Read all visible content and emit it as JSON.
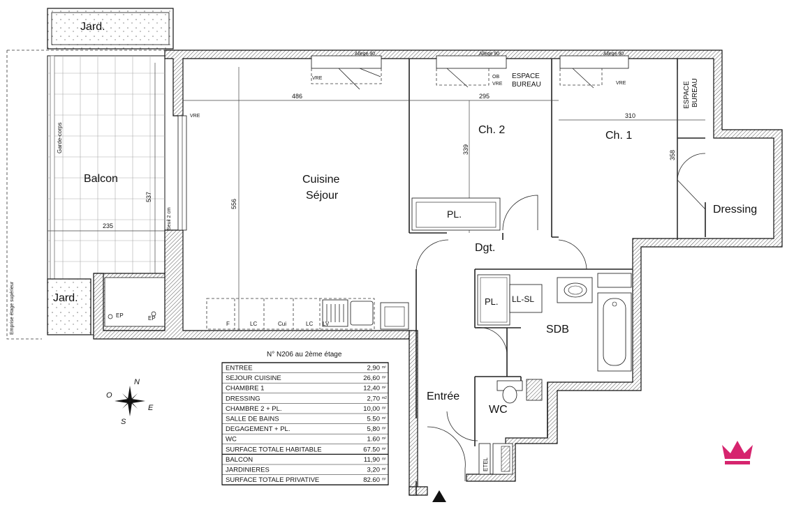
{
  "rooms": {
    "jard_top": "Jard.",
    "jard_bottom": "Jard.",
    "balcon": "Balcon",
    "cuisine": "Cuisine",
    "sejour": "Séjour",
    "ch2": "Ch. 2",
    "ch1": "Ch. 1",
    "dressing": "Dressing",
    "dgt": "Dgt.",
    "sdb": "SDB",
    "entree": "Entrée",
    "wc": "WC",
    "pl_ch2": "PL.",
    "pl_sdb": "PL.",
    "llsl": "LL-SL",
    "espace_bureau_top_1": "ESPACE",
    "espace_bureau_top_2": "BUREAU",
    "espace_bureau_side_1": "ESPACE",
    "espace_bureau_side_2": "BUREAU",
    "etel": "ETEL"
  },
  "annotations": {
    "allege_1": "Allege 90",
    "allege_2": "Allege 90",
    "allege_3": "Allege 90",
    "vre_1": "VRE",
    "vre_2": "VRE",
    "vre_3": "VRE",
    "vre_balcon": "VRE",
    "ob_1": "OB",
    "ob_vre": "VRE",
    "garde_corps": "Garde-corps",
    "seuil": "Seuil 2 cm",
    "emprise": "Emprise étage supérieur",
    "ep_1": "EP",
    "ep_2": "EP",
    "kitchen_f": "F",
    "kitchen_lc1": "LC",
    "kitchen_cui": "Cui",
    "kitchen_lc2": "LC",
    "kitchen_lv": "LV"
  },
  "dimensions": {
    "d486": "486",
    "d295": "295",
    "d310": "310",
    "d339": "339",
    "d358": "358",
    "d556": "556",
    "d537": "537",
    "d235": "235"
  },
  "compass": {
    "n": "N",
    "s": "S",
    "e": "E",
    "o": "O"
  },
  "table": {
    "title": "N° N206 au 2ème étage",
    "rows": [
      {
        "label": "ENTREE",
        "value": "2,90",
        "unit": "m²"
      },
      {
        "label": "SEJOUR CUISINE",
        "value": "26,60",
        "unit": "m²"
      },
      {
        "label": "CHAMBRE 1",
        "value": "12,40",
        "unit": "m²"
      },
      {
        "label": "DRESSING",
        "value": "2,70",
        "unit": "m2"
      },
      {
        "label": "CHAMBRE 2 + PL.",
        "value": "10,00",
        "unit": "m²"
      },
      {
        "label": "SALLE DE BAINS",
        "value": "5.50",
        "unit": "m²"
      },
      {
        "label": "DEGAGEMENT + PL.",
        "value": "5,80",
        "unit": "m²"
      },
      {
        "label": "WC",
        "value": "1.60",
        "unit": "m²"
      }
    ],
    "total_habitable": {
      "label": "SURFACE TOTALE HABITABLE",
      "value": "67.50",
      "unit": "m²"
    },
    "extras": [
      {
        "label": "BALCON",
        "value": "11,90",
        "unit": "m²"
      },
      {
        "label": "JARDINIERES",
        "value": "3,20",
        "unit": "m²"
      }
    ],
    "total_privative": {
      "label": "SURFACE TOTALE PRIVATIVE",
      "value": "82.60",
      "unit": "m²"
    }
  },
  "colors": {
    "logo": "#d6246e",
    "wall": "#111111"
  },
  "icons": [
    "crown-logo-icon",
    "compass-icon",
    "entrance-arrow-icon"
  ]
}
